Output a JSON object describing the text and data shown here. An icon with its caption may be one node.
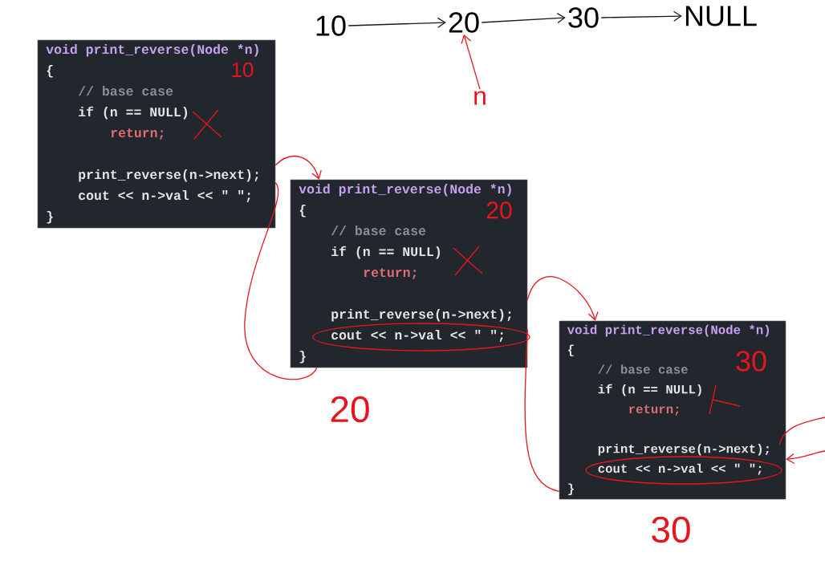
{
  "diagram": {
    "nodes": [
      {
        "text": [
          "10"
        ]
      },
      {
        "text": [
          "20"
        ]
      },
      {
        "text": [
          "30"
        ]
      },
      {
        "text": [
          "NULL"
        ]
      },
      {
        "text": [
          "n"
        ]
      },
      {
        "text": [
          "void print_reverse(Node *n)",
          "{",
          "// base case",
          "if (n == NULL)",
          "return;",
          "print_reverse(n->next);",
          "cout << n->val << \" \";",
          "}",
          "10"
        ]
      },
      {
        "text": [
          "void print_reverse(Node *n)",
          "{",
          "// base case",
          "if (n == NULL)",
          "return;",
          "print_reverse(n->next);",
          "cout << n->val << \" \";",
          "}",
          "20"
        ],
        "beside": [
          "20"
        ]
      },
      {
        "text": [
          "void print_reverse(Node *n)",
          "{",
          "// base case",
          "if (n == NULL)",
          "return;",
          "print_reverse(n->next);",
          "cout << n->val << \" \";",
          "}",
          "30"
        ],
        "beside": [
          "30"
        ]
      }
    ],
    "edges": [
      {
        "from": 0,
        "to": 1,
        "arrow": "to",
        "color": "#1a1a1a"
      },
      {
        "from": 1,
        "to": 2,
        "arrow": "to",
        "color": "#1a1a1a"
      },
      {
        "from": 2,
        "to": 3,
        "arrow": "to",
        "color": "#1a1a1a"
      },
      {
        "from": 4,
        "to": 1,
        "arrow": "to"
      },
      {
        "from": 5,
        "to": 6,
        "arrow": "to"
      },
      {
        "from": 6,
        "to": 5,
        "arrow": "none"
      },
      {
        "from": 6,
        "to": 7,
        "arrow": "to"
      },
      {
        "from": 7,
        "to": 6,
        "arrow": "none"
      },
      {
        "from": 7,
        "to": null,
        "arrow": "none"
      },
      {
        "from": null,
        "to": 7,
        "arrow": "to"
      }
    ]
  }
}
